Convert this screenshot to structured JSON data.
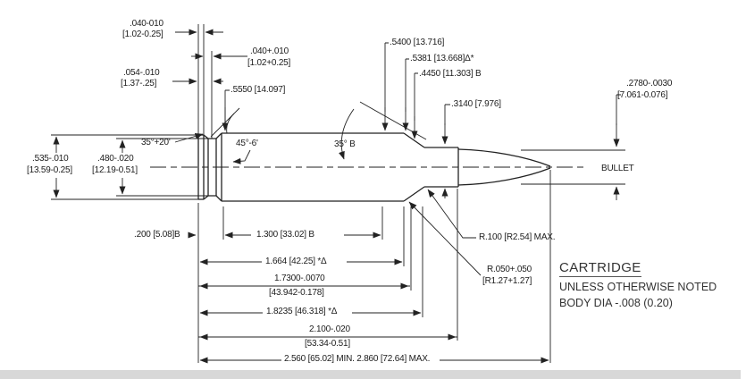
{
  "note": {
    "title": "CARTRIDGE",
    "line1": "UNLESS OTHERWISE NOTED",
    "line2": "BODY DIA -.008 (0.20)"
  },
  "bullet_label": "BULLET",
  "colors": {
    "line": "#222222",
    "footer_bar": "#d8d8d8",
    "background": "#ffffff"
  },
  "dims": {
    "rim_thickness": {
      "in": ".040-010",
      "mm": "[1.02-0.25]"
    },
    "groove_width": {
      "in": ".040+.010",
      "mm": "[1.02+0.25]"
    },
    "groove_depth": {
      "in": ".054-.010",
      "mm": "[1.37-.25]"
    },
    "base_dia": {
      "text": ".5550 [14.097]"
    },
    "body_dia": {
      "text": ".5400 [13.716]"
    },
    "shoulder_dia": {
      "text": ".5381 [13.668]Δ*"
    },
    "datum_dia": {
      "text": ".4450 [11.303] B"
    },
    "neck_dia": {
      "text": ".3140 [7.976]"
    },
    "bullet_dia": {
      "in": ".2780-.0030",
      "mm": "[7.061-0.076]"
    },
    "rim_dia": {
      "in": ".535-.010",
      "mm": "[13.59-0.25]"
    },
    "extractor_groove_dia": {
      "in": ".480-.020",
      "mm": "[12.19-0.51]"
    },
    "head_bevel_angle": {
      "text": "35°+20'"
    },
    "groove_angle": {
      "text": "45°-6'"
    },
    "shoulder_angle": {
      "text": "35° B"
    },
    "head_length": {
      "text": ".200 [5.08]B"
    },
    "body_ref_length": {
      "text": "1.300 [33.02] B"
    },
    "length_to_shoulder": {
      "text": "1.664 [42.25] *Δ"
    },
    "length_to_datum": {
      "in": "1.7300-.0070",
      "mm": "[43.942-0.178]"
    },
    "shoulder_length": {
      "text": "1.8235 [46.318] *Δ"
    },
    "case_length": {
      "in": "2.100-.020",
      "mm": "[53.34-0.51]"
    },
    "overall_length": {
      "text": "2.560 [65.02] MIN.  2.860 [72.64] MAX."
    },
    "neck_radius": {
      "text": "R.100 [R2.54] MAX."
    },
    "shoulder_radius": {
      "in": "R.050+.050",
      "mm": "[R1.27+1.27]"
    }
  }
}
